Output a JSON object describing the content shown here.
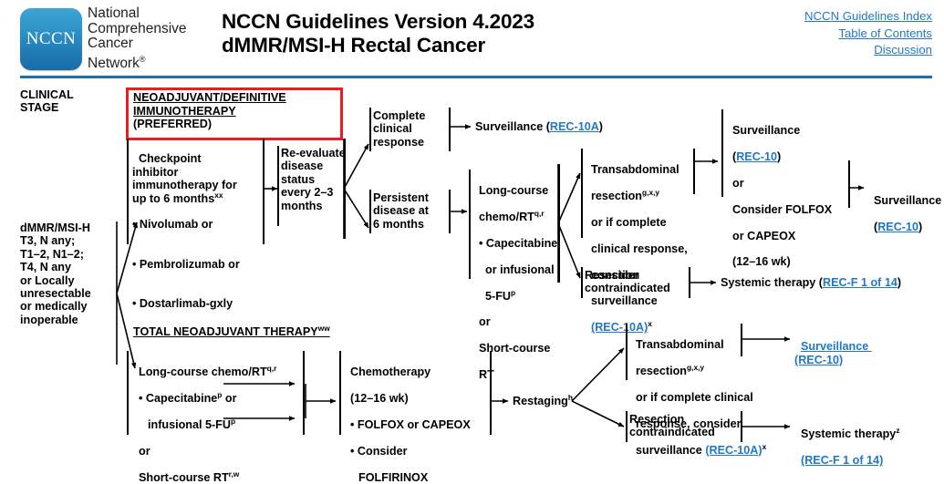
{
  "header": {
    "logo_alt": "NCCN",
    "brand_lines": [
      "National",
      "Comprehensive",
      "Cancer",
      "Network"
    ],
    "brand_reg": "®",
    "title_line1": "NCCN Guidelines Version 4.2023",
    "title_line2": "dMMR/MSI-H Rectal Cancer",
    "links": [
      "NCCN Guidelines Index",
      "Table of Contents",
      "Discussion"
    ],
    "rule_color": "#1f6fa8",
    "link_color": "#2178c8"
  },
  "columns": {
    "clinical_stage": "CLINICAL\nSTAGE"
  },
  "clinical_stage_node": "dMMR/MSI-H\nT3, N any;\nT1–2, N1–2;\nT4, N any\nor Locally\nunresectable\nor medically\ninoperable",
  "pathway_immuno": {
    "heading_line1": "NEOADJUVANT/DEFINITIVE",
    "heading_line2": "IMMUNOTHERAPY",
    "heading_line3": "(PREFERRED)",
    "box_color": "#ed1c24",
    "treatment_main": "Checkpoint\ninhibitor\nimmunotherapy for\nup to 6 months",
    "treatment_main_sup": "xx",
    "treatment_bullets": [
      "• Nivolumab or",
      "• Pembrolizumab or",
      "• Dostarlimab-gxly"
    ],
    "reevaluate": "Re-evaluate\ndisease\nstatus\nevery 2–3\nmonths",
    "response_complete": "Complete\nclinical\nresponse",
    "response_persistent": "Persistent\ndisease at\n6 months",
    "surveillance_text": "Surveillance (",
    "surveillance_link": "REC-10A",
    "surveillance_close": ")",
    "chemort_line1": "Long-course",
    "chemort_line2": "chemo/RT",
    "chemort_line2_sup": "q,r",
    "chemort_bullet1": "• Capecitabine",
    "chemort_bullet2": "or infusional",
    "chemort_bullet3": "5-FU",
    "chemort_bullet3_sup": "p",
    "chemort_or": "or",
    "chemort_short1": "Short-course",
    "chemort_short2": "RT",
    "transabdominal_l1": "Transabdominal",
    "transabdominal_l2": "resection",
    "transabdominal_l2_sup": "g,x,y",
    "transabdominal_l3": "or if complete",
    "transabdominal_l4": "clinical response,",
    "transabdominal_l5": "consider",
    "transabdominal_l6": "surveillance",
    "transabdominal_link": "(REC-10A)",
    "transabdominal_link_sup": "x",
    "resection_contra": "Resection\ncontraindicated",
    "systemic_text": "Systemic therapy (",
    "systemic_link": "REC-F 1 of 14",
    "systemic_close": ")",
    "post_surv_l1": "Surveillance",
    "post_surv_link": "REC-10",
    "post_surv_or": "or",
    "post_surv_l2": "Consider FOLFOX",
    "post_surv_l3": "or CAPEOX",
    "post_surv_l4": "(12–16 wk)",
    "final_surv_text": "Surveillance",
    "final_surv_link": "REC-10"
  },
  "pathway_tnt": {
    "heading": "TOTAL NEOADJUVANT THERAPY",
    "heading_sup": "ww",
    "chemo_l1": "Long-course chemo/RT",
    "chemo_l1_sup": "q,r",
    "chemo_l2": "• Capecitabine",
    "chemo_l2_sup": "p",
    "chemo_l2_tail": " or",
    "chemo_l3": "infusional 5-FU",
    "chemo_l3_sup": "p",
    "chemo_or": "or",
    "chemo_short": "Short-course RT",
    "chemo_short_sup": "r,w",
    "chemotherapy_l1": "Chemotherapy",
    "chemotherapy_l2": "(12–16 wk)",
    "chemotherapy_l3": "• FOLFOX or CAPEOX",
    "chemotherapy_l4": "• Consider",
    "chemotherapy_l5": "FOLFIRINOX",
    "restaging": "Restaging",
    "restaging_sup": "h",
    "transabdominal_l1": "Transabdominal",
    "transabdominal_l2": "resection",
    "transabdominal_l2_sup": "g,x,y",
    "transabdominal_l3": "or if complete clinical",
    "transabdominal_l4": "response, consider",
    "transabdominal_l5": "surveillance ",
    "transabdominal_link": "(REC-10A)",
    "transabdominal_link_sup": "x",
    "resection_contra": "Resection\ncontraindicated",
    "surv_link_l1": "Surveillance ",
    "surv_link_l2": "(REC-10)",
    "systemic_text": "Systemic therapy",
    "systemic_sup": "z",
    "systemic_link": "(REC-F 1 of 14)"
  }
}
